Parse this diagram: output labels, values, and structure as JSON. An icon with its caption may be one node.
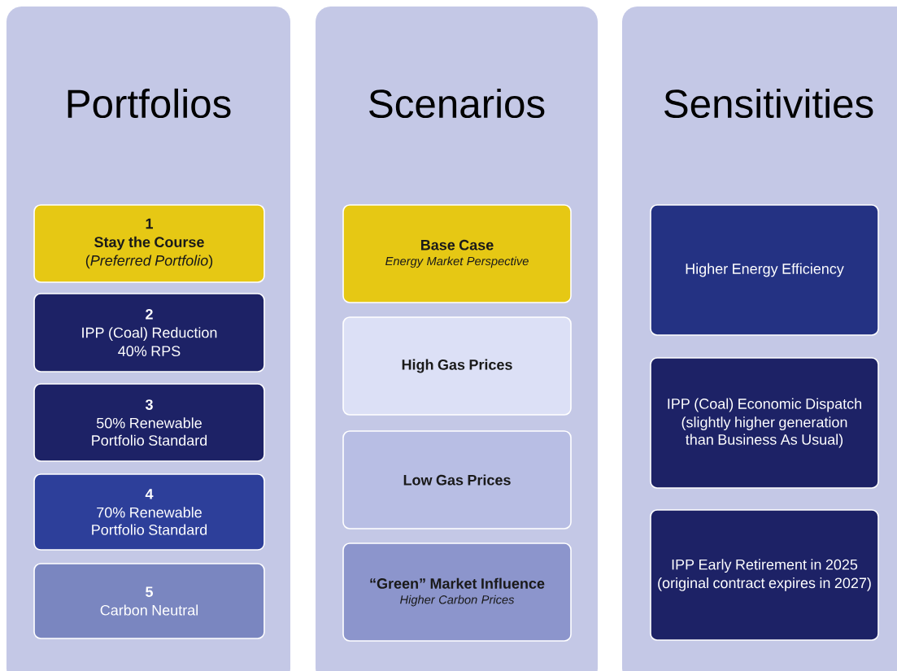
{
  "diagram": {
    "nodes": [
      {
        "text": [
          "Portfolios"
        ]
      },
      {
        "text": [
          "1",
          "Stay the Course",
          "(*Preferred Portfolio*)"
        ],
        "in": 0
      },
      {
        "text": [
          "2",
          "IPP (Coal) Reduction",
          "40% RPS"
        ],
        "in": 0
      },
      {
        "text": [
          "3",
          "50% Renewable Portfolio Standard"
        ],
        "in": 0
      },
      {
        "text": [
          "4",
          "70% Renewable Portfolio Standard"
        ],
        "in": 0
      },
      {
        "text": [
          "5",
          "Carbon Neutral"
        ],
        "in": 0
      },
      {
        "text": [
          "Scenarios"
        ]
      },
      {
        "text": [
          "Base Case",
          "Energy Market Perspective"
        ],
        "in": 6
      },
      {
        "text": [
          "High Gas Prices"
        ],
        "in": 6
      },
      {
        "text": [
          "Low Gas Prices"
        ],
        "in": 6
      },
      {
        "text": [
          "“Green” Market Influence",
          "Higher Carbon Prices"
        ],
        "in": 6
      },
      {
        "text": [
          "Sensitivities"
        ]
      },
      {
        "text": [
          "Higher Energy Efficiency"
        ],
        "in": 11
      },
      {
        "text": [
          "IPP (Coal) Economic Dispatch",
          "(slightly higher generation than Business As Usual)"
        ],
        "in": 11
      },
      {
        "text": [
          "IPP Early Retirement in 2025",
          "(original contract expires in 2027)"
        ],
        "in": 11
      }
    ]
  }
}
